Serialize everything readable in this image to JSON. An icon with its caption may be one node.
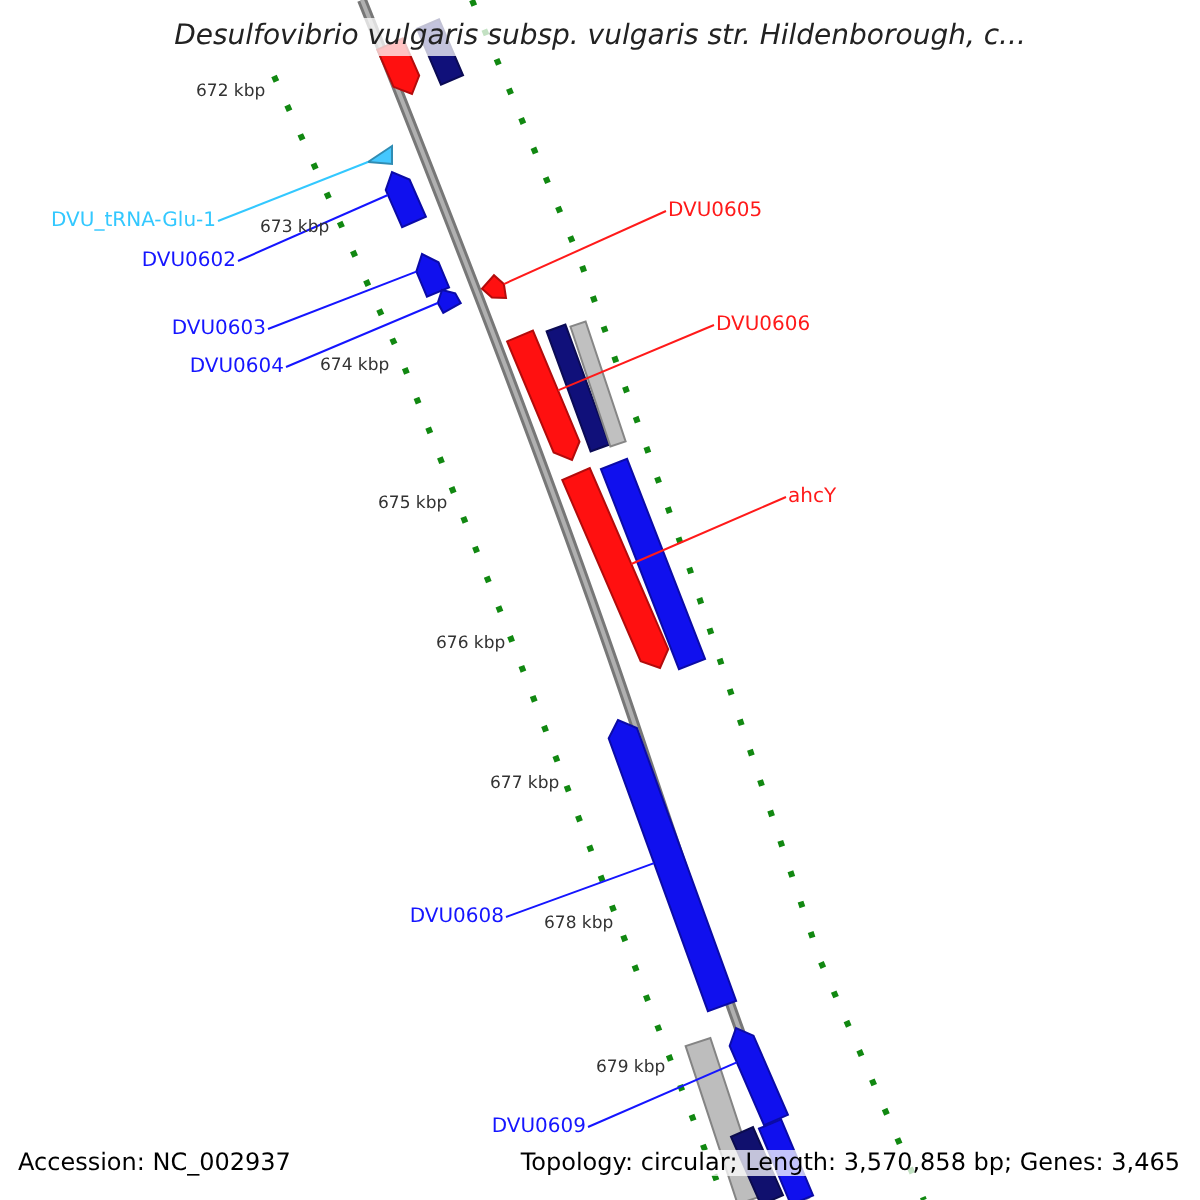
{
  "diagram": {
    "title": "Desulfovibrio vulgaris subsp. vulgaris str. Hildenborough, c...",
    "nodes": [
      {
        "text": [
          "DVU_tRNA-Glu-1"
        ]
      },
      {
        "text": [
          "DVU0602"
        ]
      },
      {
        "text": [
          "DVU0603"
        ]
      },
      {
        "text": [
          "DVU0604"
        ]
      },
      {
        "text": [
          "DVU0605"
        ]
      },
      {
        "text": [
          "DVU0606"
        ]
      },
      {
        "text": [
          "ahcY"
        ]
      },
      {
        "text": [
          "DVU0608"
        ]
      },
      {
        "text": [
          "DVU0609"
        ]
      },
      {
        "text": [],
        "shape": "arrow"
      },
      {
        "text": [],
        "shape": "bar"
      },
      {
        "text": [],
        "shape": "triangle"
      },
      {
        "text": [],
        "shape": "arrow"
      },
      {
        "text": [],
        "shape": "arrow"
      },
      {
        "text": [],
        "shape": "arrow"
      },
      {
        "text": [],
        "shape": "arrow"
      },
      {
        "text": [],
        "shape": "arrow"
      },
      {
        "text": [],
        "shape": "bar"
      },
      {
        "text": [],
        "shape": "bar"
      },
      {
        "text": [],
        "shape": "arrow"
      },
      {
        "text": [],
        "shape": "bar"
      },
      {
        "text": [],
        "shape": "arrow"
      },
      {
        "text": [],
        "shape": "bar"
      },
      {
        "text": [],
        "shape": "arrow"
      },
      {
        "text": [],
        "shape": "bar"
      },
      {
        "text": [],
        "shape": "bar"
      }
    ],
    "edges": [
      {
        "from": 0,
        "to": 11,
        "arrow": "none",
        "color": "#33c8ff"
      },
      {
        "from": 1,
        "to": 12,
        "arrow": "none"
      },
      {
        "from": 2,
        "to": 13,
        "arrow": "none"
      },
      {
        "from": 3,
        "to": 14,
        "arrow": "none"
      },
      {
        "from": 4,
        "to": 15,
        "arrow": "none",
        "color": "#ff1a1a"
      },
      {
        "from": 5,
        "to": 16,
        "arrow": "none",
        "color": "#ff1a1a"
      },
      {
        "from": 6,
        "to": 19,
        "arrow": "none",
        "color": "#ff1a1a"
      },
      {
        "from": 7,
        "to": 21,
        "arrow": "none"
      },
      {
        "from": 8,
        "to": 23,
        "arrow": "none"
      }
    ],
    "labels": [
      "672 kbp",
      "673 kbp",
      "674 kbp",
      "675 kbp",
      "676 kbp",
      "677 kbp",
      "678 kbp",
      "679 kbp",
      "Accession: NC_002937",
      "Topology: circular; Length: 3,570,858 bp; Genes: 3,465"
    ]
  }
}
